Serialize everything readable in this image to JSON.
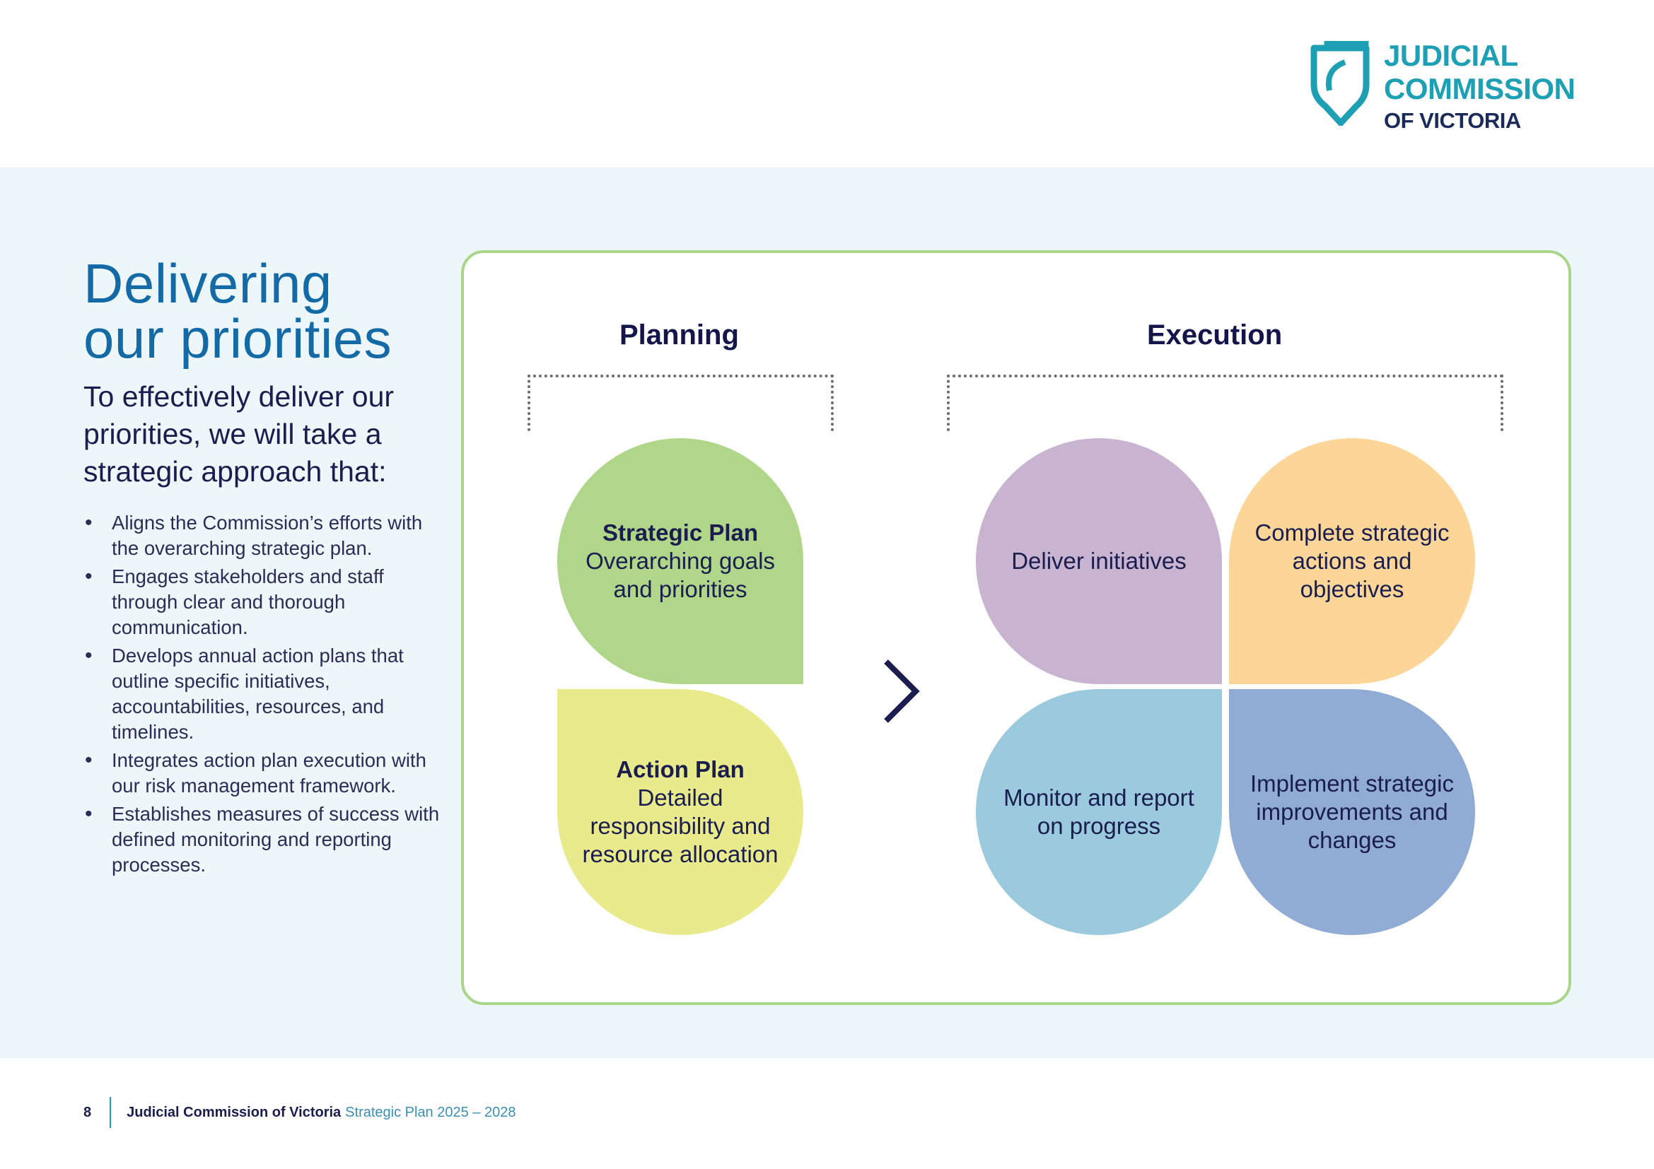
{
  "logo": {
    "line1": "JUDICIAL",
    "line2": "COMMISSION",
    "line3": "OF VICTORIA"
  },
  "heading": {
    "line1": "Delivering",
    "line2": "our priorities"
  },
  "intro": "To effectively deliver our priorities, we will take a strategic approach that:",
  "bullets": [
    "Aligns the Commission’s efforts with the overarching strategic plan.",
    "Engages stakeholders and staff through clear and thorough communication.",
    "Develops annual action plans that outline specific initiatives, accountabilities, resources, and timelines.",
    "Integrates action plan execution with our risk management framework.",
    "Establishes measures of success with defined monitoring and reporting processes."
  ],
  "diagram": {
    "planning_title": "Planning",
    "execution_title": "Execution",
    "strategic_plan": {
      "title": "Strategic Plan",
      "text": "Overarching goals and priorities"
    },
    "action_plan": {
      "title": "Action Plan",
      "text": "Detailed responsibility and resource allocation"
    },
    "execution_items": [
      "Deliver initiatives",
      "Complete strategic actions and objectives",
      "Monitor and report on progress",
      "Implement strategic improvements and changes"
    ]
  },
  "colors": {
    "strategic_plan": "#b0d68a",
    "action_plan": "#e8ea8c",
    "deliver": "#c8b3d0",
    "complete": "#fcd698",
    "monitor": "#9bcade",
    "implement": "#90acd4",
    "panel_border": "#a8d58a",
    "band": "#edf6f8",
    "heading": "#146aa6"
  },
  "footer": {
    "page_number": "8",
    "org": "Judicial Commission of Victoria",
    "plan": "Strategic Plan 2025 – 2028"
  }
}
